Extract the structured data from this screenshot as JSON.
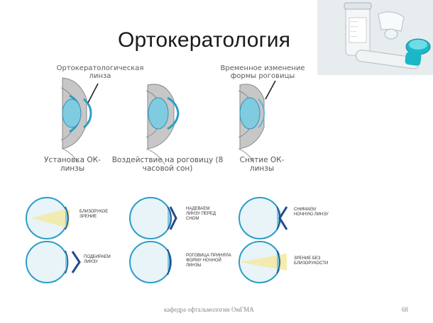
{
  "slide": {
    "title": "Ортокератология",
    "footer_text": "кафедра офтальмологии ОмГМА",
    "page_number": "68"
  },
  "top_diagrams": {
    "label_lens": "Ортокератологическая линза",
    "label_cornea": "Временное изменение формы роговицы",
    "caption_install": "Установка ОК-линзы",
    "caption_effect": "Воздействие на роговицу (8 часовой сон)",
    "caption_remove": "Снятие ОК-линзы"
  },
  "bottom_diagrams": {
    "myopic_vision": "Близорукое зрение",
    "choose_lens": "Подбираем линзу",
    "put_on_lens": "Надеваем линзу перед сном",
    "cornea_shaped": "Роговица приняла форму ночной линзы",
    "remove_lens": "Снимаем ночную линзу",
    "clear_vision": "Зрение без близорукости"
  },
  "colors": {
    "cornea": "#7fcbe0",
    "lens": "#2a9ec7",
    "lens_dark": "#234a8c",
    "light_beam": "#f3e9a0",
    "skin": "#bfbfbf"
  }
}
